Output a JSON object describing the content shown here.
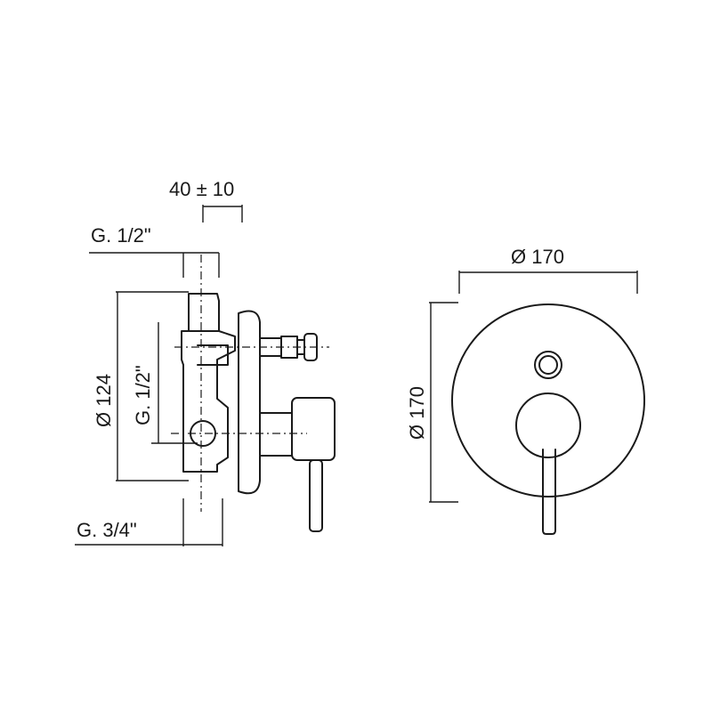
{
  "dimensions": {
    "offset": "40 ± 10",
    "top_inlet": "G. 1/2\"",
    "side_inlet": "G. 1/2\"",
    "outlet": "G. 3/4\"",
    "body_height": "Ø 124",
    "plate_width": "Ø 170",
    "plate_height": "Ø 170"
  }
}
